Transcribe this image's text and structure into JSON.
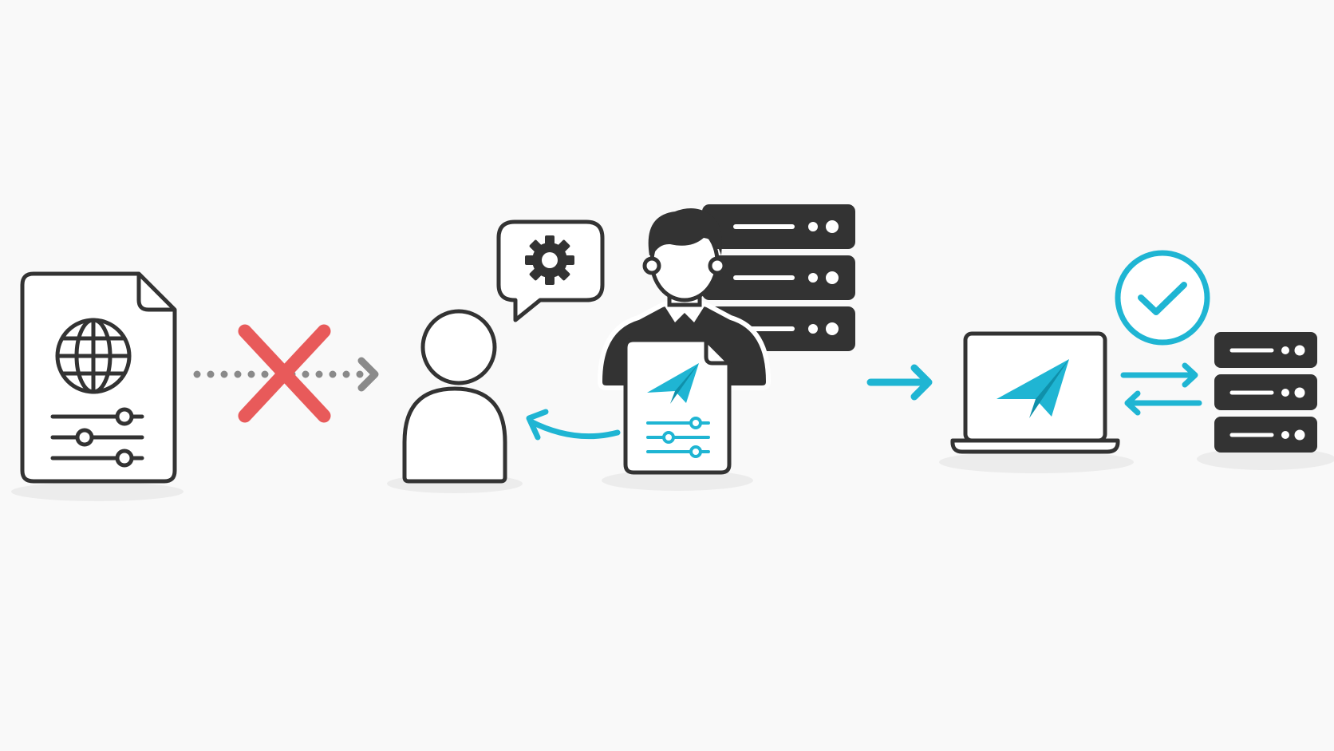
{
  "colors": {
    "background": "#f9f9f9",
    "ink": "#333333",
    "accent": "#1fb5d3",
    "blocked": "#e85a5a",
    "connector": "#8a8a8a",
    "shadow": "#ececec"
  },
  "nodes": [
    {
      "id": "proxy-config-document",
      "icon": "document-globe-sliders-icon"
    },
    {
      "id": "end-user",
      "icon": "user-icon"
    },
    {
      "id": "administrator",
      "icon": "admin-with-servers-icon"
    },
    {
      "id": "telegram-client-laptop",
      "icon": "laptop-paper-plane-icon"
    },
    {
      "id": "proxy-servers",
      "icon": "server-stack-icon"
    }
  ],
  "connections": [
    {
      "from": "proxy-config-document",
      "to": "end-user",
      "style": "dotted",
      "status": "blocked",
      "icon": "red-x-icon"
    },
    {
      "from": "administrator",
      "to": "end-user",
      "style": "solid",
      "status": "delivered",
      "icon": "curved-arrow-icon"
    },
    {
      "from": "end-user",
      "to": "telegram-client-laptop",
      "style": "solid",
      "status": "flow",
      "icon": "arrow-right-icon"
    },
    {
      "from": "telegram-client-laptop",
      "to": "proxy-servers",
      "style": "solid",
      "status": "bidirectional",
      "icon": "exchange-arrows-icon"
    }
  ],
  "status": {
    "connection": "verified",
    "icon": "check-circle-icon"
  }
}
